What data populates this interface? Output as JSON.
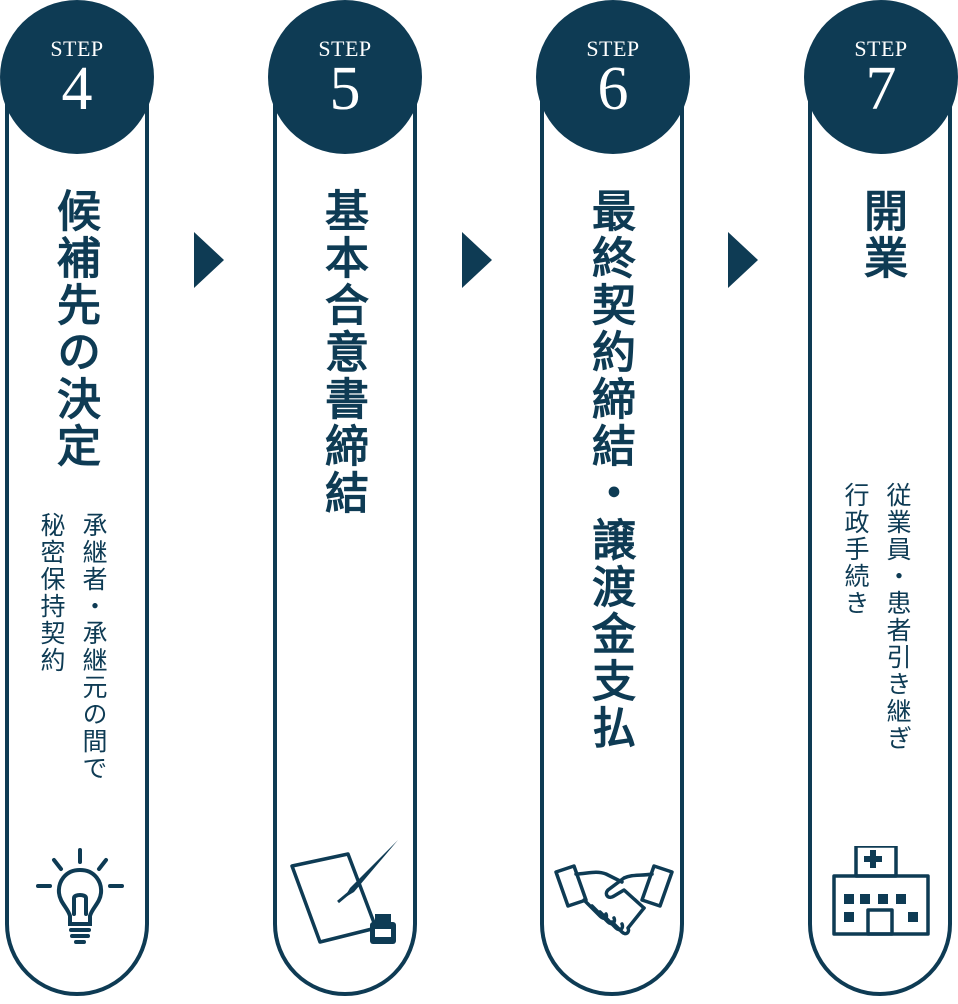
{
  "steps": [
    {
      "label": "STEP",
      "number": "4",
      "title": "候補先の決定",
      "sub_lines": [
        "承継者・承継元の間で",
        "秘密保持契約"
      ],
      "icon": "lightbulb-icon"
    },
    {
      "label": "STEP",
      "number": "5",
      "title": "基本合意書締結",
      "sub_lines": [],
      "icon": "paper-pen-icon"
    },
    {
      "label": "STEP",
      "number": "6",
      "title": "最終契約締結・譲渡金支払",
      "sub_lines": [],
      "icon": "handshake-icon"
    },
    {
      "label": "STEP",
      "number": "7",
      "title": "開業",
      "sub_lines": [
        "従業員・患者引き継ぎ",
        "行政手続き"
      ],
      "icon": "hospital-icon"
    }
  ],
  "colors": {
    "primary": "#0e3b54",
    "background": "#ffffff"
  }
}
